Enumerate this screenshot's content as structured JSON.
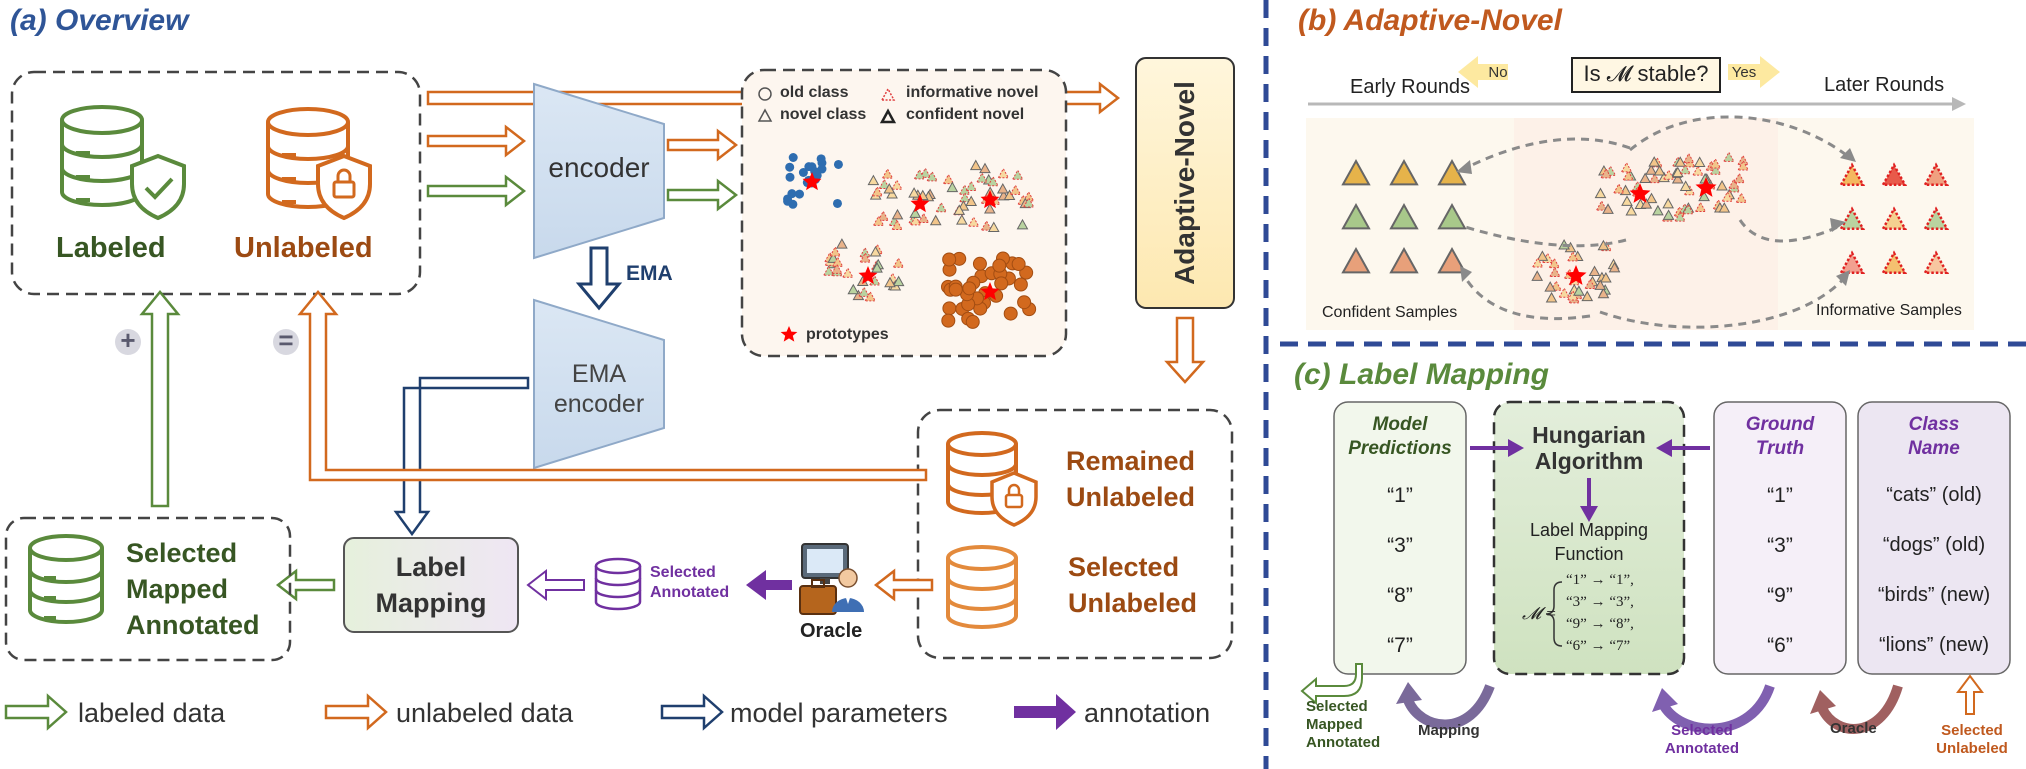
{
  "colors": {
    "green": "#5a8a3c",
    "orange": "#d2691e",
    "blue": "#1f3f6e",
    "purple": "#7030a0",
    "title_blue": "#2f5597",
    "dark_green": "#375623",
    "dark_orange": "#9c4a12",
    "red_star": "#ff0000",
    "divider": "#2f4a96"
  },
  "overview": {
    "title": "(a) Overview",
    "labeled": "Labeled",
    "unlabeled": "Unlabeled",
    "encoder": "encoder",
    "ema": "EMA",
    "ema_encoder_1": "EMA",
    "ema_encoder_2": "encoder",
    "legend_old_class": "old class",
    "legend_novel_class": "novel class",
    "legend_informative_novel": "informative novel",
    "legend_confident_novel": "confident novel",
    "legend_prototypes": "prototypes",
    "adaptive_novel": "Adaptive-Novel",
    "remained_1": "Remained",
    "remained_2": "Unlabeled",
    "selected_unl_1": "Selected",
    "selected_unl_2": "Unlabeled",
    "oracle": "Oracle",
    "selected_annotated_1": "Selected",
    "selected_annotated_2": "Annotated",
    "label_mapping_1": "Label",
    "label_mapping_2": "Mapping",
    "sma_1": "Selected",
    "sma_2": "Mapped",
    "sma_3": "Annotated",
    "plus": "+",
    "equals": "="
  },
  "legend": {
    "labeled_data": "labeled data",
    "unlabeled_data": "unlabeled data",
    "model_parameters": "model parameters",
    "annotation": "annotation"
  },
  "adaptive": {
    "title": "(b) Adaptive-Novel",
    "no": "No",
    "question": "Is 𝓜 stable?",
    "yes": "Yes",
    "early_rounds": "Early Rounds",
    "later_rounds": "Later Rounds",
    "confident_samples": "Confident Samples",
    "informative_samples": "Informative Samples"
  },
  "label_mapping": {
    "title": "(c) Label Mapping",
    "model_predictions_1": "Model",
    "model_predictions_2": "Predictions",
    "predictions": [
      "“1”",
      "“3”",
      "“8”",
      "“7”"
    ],
    "hungarian_1": "Hungarian",
    "hungarian_2": "Algorithm",
    "lmf_1": "Label Mapping",
    "lmf_2": "Function",
    "m_symbol": "𝓜 =",
    "mapping_lines": [
      "“1” → “1”,",
      "“3” → “3”,",
      "“9” → “8”,",
      "“6” → “7”"
    ],
    "ground_truth_1": "Ground",
    "ground_truth_2": "Truth",
    "truths": [
      "“1”",
      "“3”",
      "“9”",
      "“6”"
    ],
    "class_name_1": "Class",
    "class_name_2": "Name",
    "class_names": [
      "“cats” (old)",
      "“dogs” (old)",
      "“birds” (new)",
      "“lions” (new)"
    ],
    "sma_1": "Selected",
    "sma_2": "Mapped",
    "sma_3": "Annotated",
    "mapping": "Mapping",
    "sa_1": "Selected",
    "sa_2": "Annotated",
    "oracle": "Oracle",
    "su_1": "Selected",
    "su_2": "Unlabeled"
  }
}
